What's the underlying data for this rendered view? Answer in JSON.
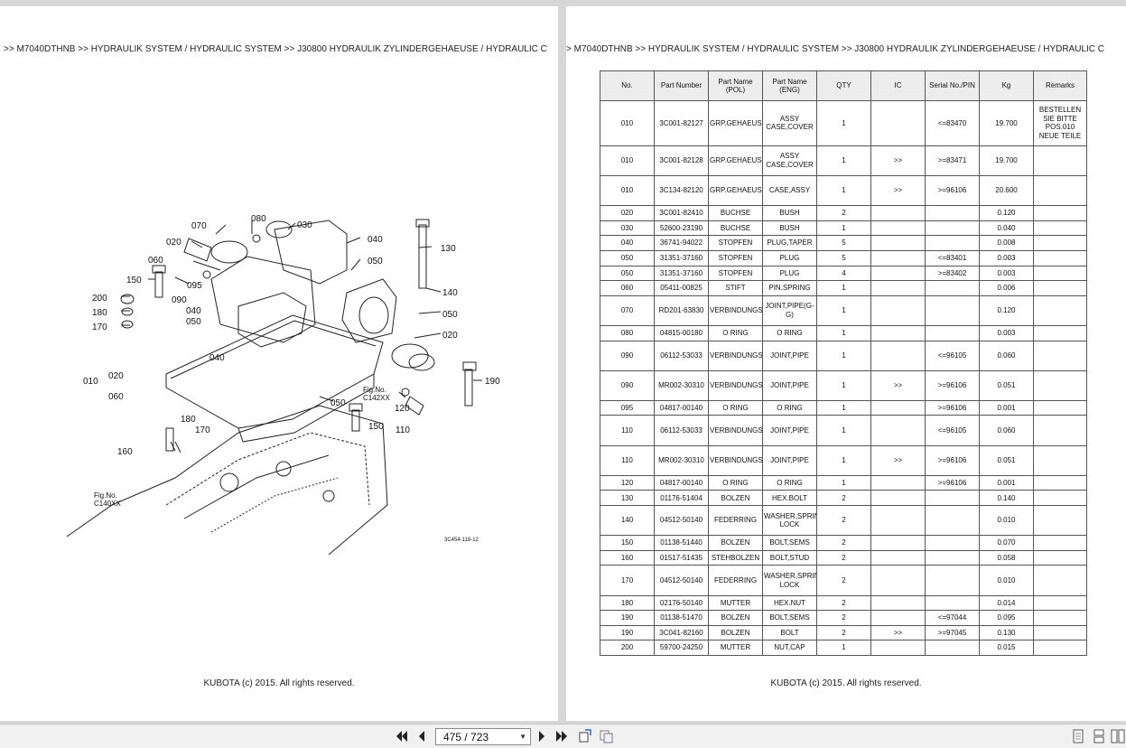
{
  "left_page": {
    "breadcrumb": ">> M7040DTHNB >> HYDRAULIK SYSTEM / HYDRAULIC SYSTEM >> J30800   HYDRAULIK ZYLINDERGEHAEUSE / HYDRAULIC C",
    "footer": "KUBOTA (c) 2015. All rights reserved.",
    "diagram": {
      "labels": [
        "070",
        "080",
        "030",
        "020",
        "040",
        "130",
        "060",
        "050",
        "150",
        "095",
        "140",
        "200",
        "090",
        "040",
        "180",
        "050",
        "050",
        "170",
        "020",
        "040",
        "010",
        "020",
        "190",
        "060",
        "Fig.No.",
        "C142XX",
        "050",
        "120",
        "180",
        "170",
        "150",
        "110",
        "160",
        "Fig.No.",
        "C140XX"
      ],
      "figure_code": "3C454-118-12"
    }
  },
  "right_page": {
    "breadcrumb": "> M7040DTHNB >> HYDRAULIK SYSTEM / HYDRAULIC SYSTEM >> J30800   HYDRAULIK ZYLINDERGEHAEUSE / HYDRAULIC C",
    "footer": "KUBOTA (c) 2015. All rights reserved.",
    "table": {
      "headers": [
        "No.",
        "Part Number",
        "Part Name (POL)",
        "Part Name (ENG)",
        "QTY",
        "IC",
        "Serial No./PIN",
        "Kg",
        "Remarks"
      ],
      "rows": [
        [
          "010",
          "3C001-82127",
          "GRP.GEHAEUSE",
          "ASSY CASE,COVER",
          "1",
          "",
          "<=83470",
          "19.700",
          "BESTELLEN SIE BITTE POS.010 NEUE TEILE"
        ],
        [
          "010",
          "3C001-82128",
          "GRP.GEHAEUSE",
          "ASSY CASE,COVER",
          "1",
          ">>",
          ">=83471",
          "19.700",
          ""
        ],
        [
          "010",
          "3C134-82120",
          "GRP.GEHAEUSE",
          "CASE,ASSY",
          "1",
          ">>",
          ">=96106",
          "20.600",
          ""
        ],
        [
          "020",
          "3C001-82410",
          "BUCHSE",
          "BUSH",
          "2",
          "",
          "",
          "0.120",
          ""
        ],
        [
          "030",
          "52600-23190",
          "BUCHSE",
          "BUSH",
          "1",
          "",
          "",
          "0.040",
          ""
        ],
        [
          "040",
          "36741-94022",
          "STOPFEN",
          "PLUG,TAPER",
          "5",
          "",
          "",
          "0.008",
          ""
        ],
        [
          "050",
          "31351-37160",
          "STOPFEN",
          "PLUG",
          "5",
          "",
          "<=83401",
          "0.003",
          ""
        ],
        [
          "050",
          "31351-37160",
          "STOPFEN",
          "PLUG",
          "4",
          "",
          ">=83402",
          "0.003",
          ""
        ],
        [
          "060",
          "05411-00825",
          "STIFT",
          "PIN,SPRING",
          "1",
          "",
          "",
          "0.006",
          ""
        ],
        [
          "070",
          "RD201-63830",
          "VERBINDUNGSSTUECK",
          "JOINT,PIPE(G-G)",
          "1",
          "",
          "",
          "0.120",
          ""
        ],
        [
          "080",
          "04815-00180",
          "O RING",
          "O RING",
          "1",
          "",
          "",
          "0.003",
          ""
        ],
        [
          "090",
          "06112-53033",
          "VERBINDUNGSSTUECK",
          "JOINT,PIPE",
          "1",
          "",
          "<=96105",
          "0.060",
          ""
        ],
        [
          "090",
          "MR002-30310",
          "VERBINDUNGSSTUECK",
          "JOINT,PIPE",
          "1",
          ">>",
          ">=96106",
          "0.051",
          ""
        ],
        [
          "095",
          "04817-00140",
          "O RING",
          "O RING",
          "1",
          "",
          ">=96106",
          "0.001",
          ""
        ],
        [
          "110",
          "06112-53033",
          "VERBINDUNGSSTUECK",
          "JOINT,PIPE",
          "1",
          "",
          "<=96105",
          "0.060",
          ""
        ],
        [
          "110",
          "MR002-30310",
          "VERBINDUNGSSTUECK",
          "JOINT,PIPE",
          "1",
          ">>",
          ">=96106",
          "0.051",
          ""
        ],
        [
          "120",
          "04817-00140",
          "O RING",
          "O RING",
          "1",
          "",
          ">=96106",
          "0.001",
          ""
        ],
        [
          "130",
          "01176-51404",
          "BOLZEN",
          "HEX.BOLT",
          "2",
          "",
          "",
          "0.140",
          ""
        ],
        [
          "140",
          "04512-50140",
          "FEDERRING",
          "WASHER,SPRING LOCK",
          "2",
          "",
          "",
          "0.010",
          ""
        ],
        [
          "150",
          "01138-51440",
          "BOLZEN",
          "BOLT,SEMS",
          "2",
          "",
          "",
          "0.070",
          ""
        ],
        [
          "160",
          "01517-51435",
          "STEHBOLZEN",
          "BOLT,STUD",
          "2",
          "",
          "",
          "0.058",
          ""
        ],
        [
          "170",
          "04512-50140",
          "FEDERRING",
          "WASHER,SPRING LOCK",
          "2",
          "",
          "",
          "0.010",
          ""
        ],
        [
          "180",
          "02176-50140",
          "MUTTER",
          "HEX.NUT",
          "2",
          "",
          "",
          "0.014",
          ""
        ],
        [
          "190",
          "01138-51470",
          "BOLZEN",
          "BOLT,SEMS",
          "2",
          "",
          "<=97044",
          "0.095",
          ""
        ],
        [
          "190",
          "3C041-82160",
          "BOLZEN",
          "BOLT",
          "2",
          ">>",
          ">=97045",
          "0.130",
          ""
        ],
        [
          "200",
          "59700-24250",
          "MUTTER",
          "NUT,CAP",
          "1",
          "",
          "",
          "0.015",
          ""
        ]
      ],
      "row_heights": [
        3,
        2,
        2,
        1,
        1,
        1,
        1,
        1,
        1,
        2,
        1,
        2,
        2,
        1,
        2,
        2,
        1,
        1,
        2,
        1,
        1,
        2,
        1,
        1,
        1,
        1
      ]
    }
  },
  "toolbar": {
    "page_indicator": "475 / 723",
    "icons": [
      "first-page-icon",
      "prev-page-icon",
      "next-page-icon",
      "last-page-icon",
      "rotate-page-icon",
      "page-thumbnail-icon",
      "single-page-view-icon",
      "continuous-view-icon",
      "two-page-view-icon"
    ]
  }
}
